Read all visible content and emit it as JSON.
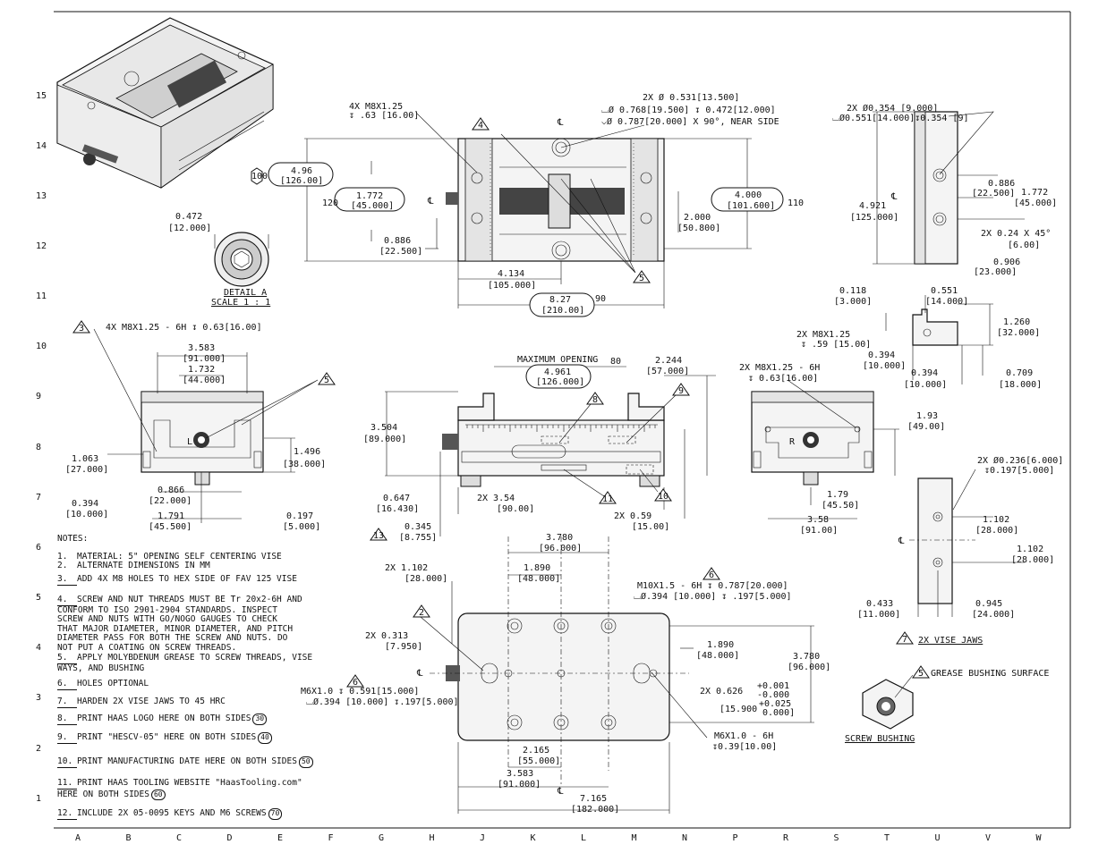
{
  "border": {
    "row_labels": [
      "15",
      "14",
      "13",
      "12",
      "11",
      "10",
      "9",
      "8",
      "7",
      "6",
      "5",
      "4",
      "3",
      "2",
      "1"
    ],
    "col_labels": [
      "A",
      "B",
      "C",
      "D",
      "E",
      "F",
      "G",
      "H",
      "J",
      "K",
      "L",
      "M",
      "N",
      "P",
      "R",
      "S",
      "T",
      "U",
      "V",
      "W"
    ]
  },
  "top_view": {
    "dim_4x_m8": "4X M8X1.25",
    "dim_4x_m8_depth": "↧ .63 [16.00]",
    "holes_2x": "2X Ø 0.531[13.500]",
    "cbore": "⌴Ø 0.768[19.500] ↧ 0.472[12.000]",
    "csink": "⌵Ø 0.787[20.000] X 90°, NEAR SIDE",
    "h_496": "4.96",
    "h_496_mm": "[126.00]",
    "h_496_code": "100",
    "h_1772": "1.772",
    "h_1772_mm": "[45.000]",
    "h_1772_code": "120",
    "h_0886": "0.886",
    "h_0886_mm": "[22.500]",
    "w_4134": "4.134",
    "w_4134_mm": "[105.000]",
    "w_827": "8.27",
    "w_827_mm": "[210.00]",
    "w_827_code": "90",
    "h_4000": "4.000",
    "h_4000_mm": "[101.600]",
    "h_4000_code": "110",
    "h_2000": "2.000",
    "h_2000_mm": "[50.800]",
    "tag_4": "4",
    "tag_5": "5",
    "cl": "℄"
  },
  "detail_a": {
    "dim": "0.472",
    "dim_mm": "[12.000]",
    "label": "DETAIL A",
    "scale": "SCALE 1 : 1"
  },
  "right_top_view": {
    "holes": "2X Ø0.354 [9.000]",
    "cbore": "⌴Ø0.551[14.000]↧0.354 [9]",
    "h_4921": "4.921",
    "h_4921_mm": "[125.000]",
    "h_0886": "0.886",
    "h_0886_mm": "[22.500]",
    "h_1772": "1.772",
    "h_1772_mm": "[45.000]",
    "chamfer": "2X    0.24  X 45°",
    "chamfer_mm": "[6.00]",
    "w_0906": "0.906",
    "w_0906_mm": "[23.000]"
  },
  "jaw_detail": {
    "d_0118": "0.118",
    "d_0118_mm": "[3.000]",
    "d_0551": "0.551",
    "d_0551_mm": "[14.000]",
    "d_1260": "1.260",
    "d_1260_mm": "[32.000]",
    "m8": "2X M8X1.25",
    "m8_depth": "↧ .59 [15.00]",
    "d_0394a": "0.394",
    "d_0394a_mm": "[10.000]",
    "d_0394b": "0.394",
    "d_0394b_mm": "[10.000]",
    "d_0709": "0.709",
    "d_0709_mm": "[18.000]"
  },
  "left_end_view": {
    "thread": "4X M8X1.25 - 6H ↧ 0.63[16.00]",
    "tag_3": "3",
    "w_3583": "3.583",
    "w_3583_mm": "[91.000]",
    "w_1732": "1.732",
    "w_1732_mm": "[44.000]",
    "h_1063": "1.063",
    "h_1063_mm": "[27.000]",
    "h_1496": "1.496",
    "h_1496_mm": "[38.000]",
    "h_0394": "0.394",
    "h_0394_mm": "[10.000]",
    "w_0866": "0.866",
    "w_0866_mm": "[22.000]",
    "w_1791": "1.791",
    "w_1791_mm": "[45.500]",
    "h_0197": "0.197",
    "h_0197_mm": "[5.000]",
    "letter": "L"
  },
  "front_view": {
    "max_open": "MAXIMUM OPENING",
    "d_4961": "4.961",
    "d_4961_mm": "[126.000]",
    "d_4961_code": "80",
    "d_2244": "2.244",
    "d_2244_mm": "[57.000]",
    "d_3504": "3.504",
    "d_3504_mm": "[89.000]",
    "d_0647": "0.647",
    "d_0647_mm": "[16.430]",
    "d_354": "2X    3.54",
    "d_354_mm": "[90.00]",
    "d_059": "2X    0.59",
    "d_059_mm": "[15.00]",
    "d_0345": "0.345",
    "d_0345_mm": "[8.755]",
    "tag_8": "8",
    "tag_9": "9",
    "tag_10": "10",
    "tag_11": "11",
    "tag_13": "13"
  },
  "right_end_view": {
    "thread": "2X M8X1.25 - 6H",
    "thread_depth": "↧ 0.63[16.00]",
    "d_193": "1.93",
    "d_193_mm": "[49.00]",
    "d_179": "1.79",
    "d_179_mm": "[45.50]",
    "d_358": "3.58",
    "d_358_mm": "[91.00]",
    "letter": "R"
  },
  "vise_jaw_view": {
    "holes": "2X Ø0.236[6.000]",
    "holes_depth": "↧0.197[5.000]",
    "d_1102a": "1.102",
    "d_1102a_mm": "[28.000]",
    "d_1102b": "1.102",
    "d_1102b_mm": "[28.000]",
    "d_0433": "0.433",
    "d_0433_mm": "[11.000]",
    "d_0945": "0.945",
    "d_0945_mm": "[24.000]",
    "caption": "2X VISE JAWS",
    "tag": "7"
  },
  "bottom_view": {
    "d_3780": "3.780",
    "d_3780_mm": "[96.000]",
    "d_1890": "1.890",
    "d_1890_mm": "[48.000]",
    "d_1102": "2X   1.102",
    "d_1102_mm": "[28.000]",
    "m10": "M10X1.5 - 6H ↧ 0.787[20.000]",
    "m10_cbore": "⌴Ø.394 [10.000] ↧ .197[5.000]",
    "tag_6": "6",
    "d_0313": "2X  0.313",
    "d_0313_mm": "[7.950]",
    "m6": "M6X1.0 ↧ 0.591[15.000]",
    "m6_cbore": "⌴Ø.394 [10.000] ↧.197[5.000]",
    "v_1890": "1.890",
    "v_1890_mm": "[48.000]",
    "v_3780": "3.780",
    "v_3780_mm": "[96.000]",
    "d_0626": "2X   0.626",
    "d_0626_tol_up": "+0.001",
    "d_0626_tol_dn": "-0.000",
    "d_15900": "[15.900",
    "d_15900_tol_up": "+0.025",
    "d_15900_tol_dn": "0.000]",
    "m6b": "M6X1.0 - 6H",
    "m6b_depth": "↧0.39[10.00]",
    "d_2165": "2.165",
    "d_2165_mm": "[55.000]",
    "d_3583": "3.583",
    "d_3583_mm": "[91.000]",
    "d_7165": "7.165",
    "d_7165_mm": "[182.000]",
    "tag_2": "2"
  },
  "bushing": {
    "label": "GREASE BUSHING SURFACE",
    "tag": "5",
    "caption": "SCREW BUSHING"
  },
  "notes": {
    "title": "NOTES:",
    "items": [
      {
        "num": "1.",
        "text": "MATERIAL: 5\" OPENING SELF CENTERING VISE"
      },
      {
        "num": "2.",
        "text": "ALTERNATE DIMENSIONS IN MM"
      },
      {
        "num": "3.",
        "text": "ADD 4X M8 HOLES TO HEX SIDE OF FAV 125 VISE"
      },
      {
        "num": "4.",
        "text": "SCREW AND NUT THREADS MUST BE Tr 20x2-6H AND\nCONFORM TO ISO 2901-2904 STANDARDS. INSPECT\nSCREW AND NUTS WITH GO/NOGO GAUGES TO CHECK\nTHAT MAJOR DIAMETER, MINOR DIAMETER, AND PITCH\nDIAMETER PASS FOR BOTH THE SCREW AND NUTS. DO\nNOT PUT A COATING ON SCREW THREADS."
      },
      {
        "num": "5.",
        "text": "APPLY MOLYBDENUM GREASE TO SCREW THREADS, VISE\nWAYS, AND BUSHING"
      },
      {
        "num": "6.",
        "text": "HOLES OPTIONAL"
      },
      {
        "num": "7.",
        "text": "HARDEN 2X VISE JAWS TO 45 HRC"
      },
      {
        "num": "8.",
        "text": "PRINT HAAS LOGO HERE ON BOTH SIDES",
        "code": "30"
      },
      {
        "num": "9.",
        "text": "PRINT \"HESCV-05\" HERE ON BOTH SIDES",
        "code": "40"
      },
      {
        "num": "10.",
        "text": "PRINT MANUFACTURING DATE HERE ON BOTH SIDES",
        "code": "50"
      },
      {
        "num": "11.",
        "text": "PRINT HAAS TOOLING WEBSITE \"HaasTooling.com\"\nHERE ON BOTH SIDES",
        "code": "60"
      },
      {
        "num": "12.",
        "text": "INCLUDE 2X 05-0095 KEYS AND M6 SCREWS",
        "code": "70"
      }
    ]
  }
}
